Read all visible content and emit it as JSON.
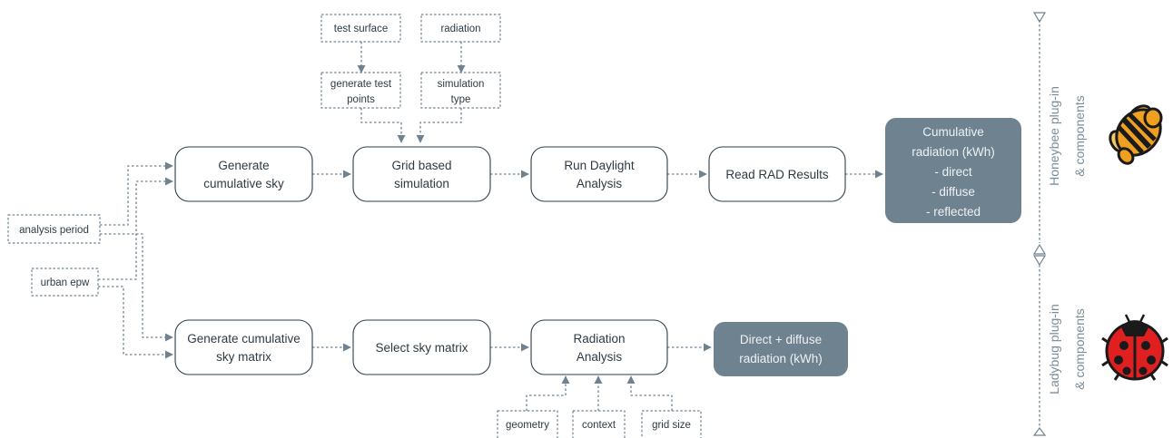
{
  "inputs": {
    "test_surface": "test surface",
    "radiation": "radiation",
    "generate_test_points": [
      "generate test",
      "points"
    ],
    "simulation_type": [
      "simulation",
      "type"
    ],
    "analysis_period": "analysis period",
    "urban_epw": "urban epw",
    "geometry": "geometry",
    "context": "context",
    "grid_size": "grid size"
  },
  "honeybee": {
    "generate_cumulative_sky": [
      "Generate",
      "cumulative sky"
    ],
    "grid_based_simulation": [
      "Grid based",
      "simulation"
    ],
    "run_daylight_analysis": [
      "Run Daylight",
      "Analysis"
    ],
    "read_rad_results": [
      "Read RAD Results"
    ],
    "output": [
      "Cumulative",
      "radiation (kWh)",
      "- direct",
      "- diffuse",
      "- reflected"
    ],
    "side_label": [
      "Honeybee plug-in",
      "& components"
    ]
  },
  "ladybug": {
    "generate_cumulative_sky_matrix": [
      "Generate cumulative",
      "sky matrix"
    ],
    "select_sky_matrix": [
      "Select sky matrix"
    ],
    "radiation_analysis": [
      "Radiation",
      "Analysis"
    ],
    "output": [
      "Direct + diffuse",
      "radiation (kWh)"
    ],
    "side_label": [
      "Ladybug plug-in",
      "& components"
    ]
  },
  "colors": {
    "connector": "#6e8290",
    "output_fill": "#6e8290",
    "process_border": "#2e3e4a",
    "honeybee_icon": "#f0a020",
    "ladybug_icon": "#e02020"
  },
  "icons": {
    "honeybee": "bee-icon",
    "ladybug": "ladybug-icon"
  }
}
